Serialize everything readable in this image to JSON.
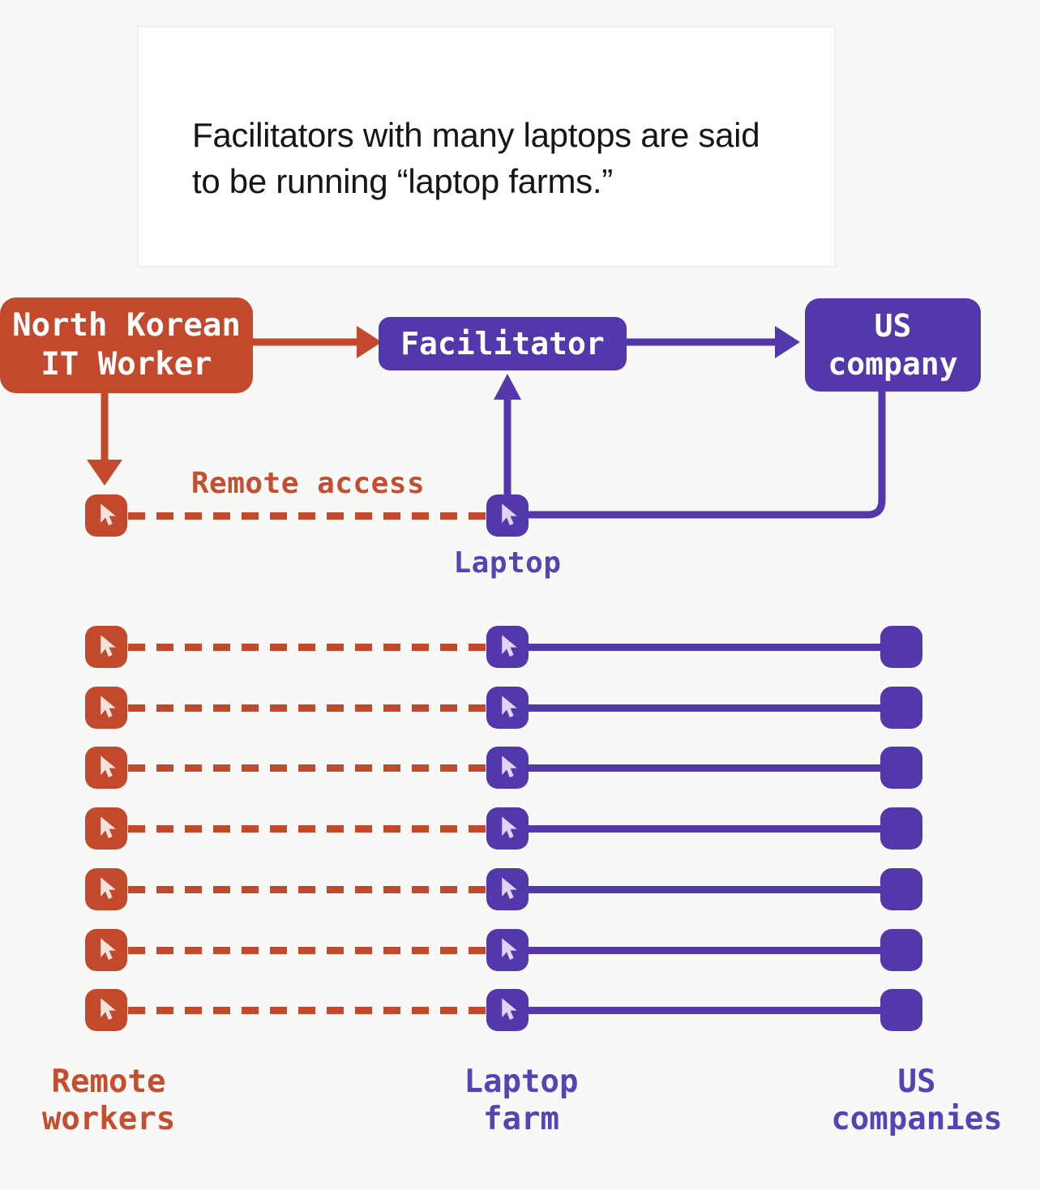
{
  "note_card": {
    "text": "Facilitators with many laptops are said to be running “laptop farms.”"
  },
  "nodes": {
    "nk_worker": {
      "line1": "North Korean",
      "line2": "IT Worker"
    },
    "facilitator": {
      "label": "Facilitator"
    },
    "us_company": {
      "line1": "US",
      "line2": "company"
    }
  },
  "annotations": {
    "remote_access": "Remote access",
    "laptop": "Laptop"
  },
  "legend": {
    "remote_workers": {
      "line1": "Remote",
      "line2": "workers"
    },
    "laptop_farm": {
      "line1": "Laptop",
      "line2": "farm"
    },
    "us_companies": {
      "line1": "US",
      "line2": "companies"
    }
  },
  "farm": {
    "row_count": 7
  },
  "colors": {
    "red": "#c2492c",
    "purple": "#5338ab",
    "red_cursor_glyph": "#f2e4dd",
    "purple_cursor_glyph": "#dcd6f2",
    "background": "#f8f8f7",
    "card_background": "#ffffff",
    "card_border": "#efefee",
    "text": "#161616"
  },
  "icons": {
    "cursor": "cursor-arrow-icon",
    "endpoint": "company-endpoint-square"
  }
}
